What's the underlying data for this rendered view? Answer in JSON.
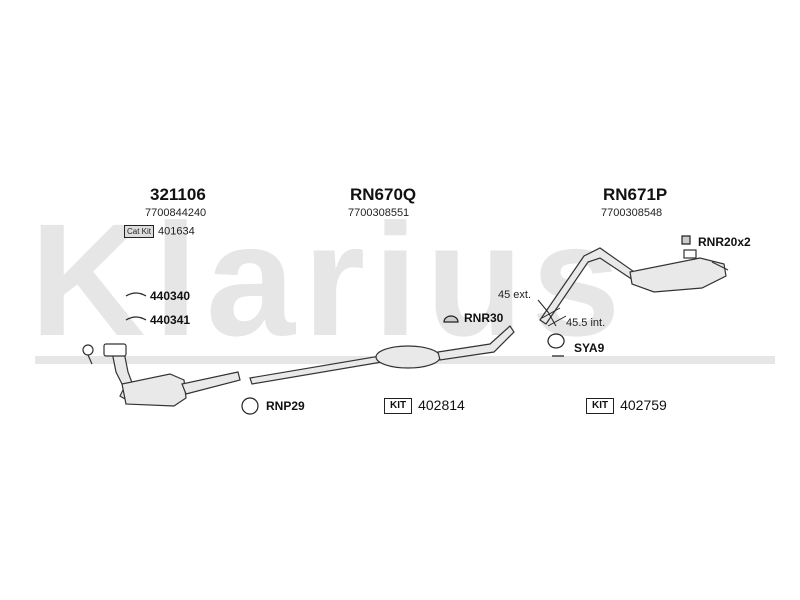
{
  "watermark": {
    "text": "Klarius"
  },
  "groups": [
    {
      "part_number": "321106",
      "oem": "7700844240"
    },
    {
      "part_number": "RN670Q",
      "oem": "7700308551"
    },
    {
      "part_number": "RN671P",
      "oem": "7700308548"
    }
  ],
  "cat_kit": {
    "badge": "Cat Kit",
    "code": "401634"
  },
  "fittings": {
    "gasket_1": "440340",
    "gasket_2": "440341",
    "clamp_rnp": "RNP29",
    "hanger_rnr30": "RNR30",
    "hanger_rnr20": "RNR20x2",
    "mount_sya": "SYA9"
  },
  "kits": [
    {
      "badge": "KIT",
      "code": "402814"
    },
    {
      "badge": "KIT",
      "code": "402759"
    }
  ],
  "dimensions": {
    "ext": "45 ext.",
    "int": "45.5 int."
  },
  "colors": {
    "pipe_stroke": "#333333",
    "pipe_fill": "#e9e9e9",
    "watermark": "#e6e6e6"
  }
}
